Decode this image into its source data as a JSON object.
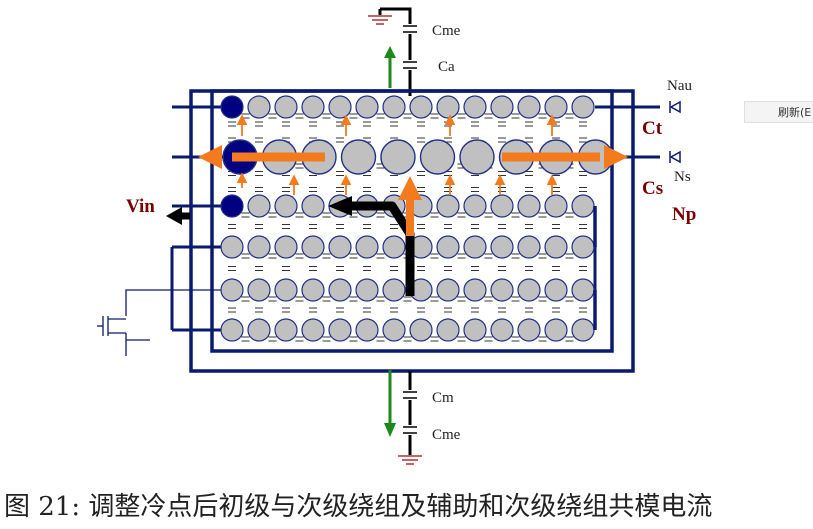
{
  "labels": {
    "cme_top": "Cme",
    "ca": "Ca",
    "nau": "Nau",
    "ct": "Ct",
    "cs": "Cs",
    "ns": "Ns",
    "np": "Np",
    "vin": "Vin",
    "cm": "Cm",
    "cme_bottom": "Cme"
  },
  "caption": "图 21: 调整冷点后初级与次级绕组及辅助和次级绕组共模电流",
  "context_menu": {
    "refresh_label": "刷新(E"
  },
  "colors": {
    "frame": "#0a1a6e",
    "node_fill": "#c0c0c0",
    "node_stroke": "#23308a",
    "cold_point": "#000080",
    "arrow_orange": "#f47a1e",
    "arrow_green": "#1a8a1a",
    "arrow_black": "#000000",
    "label_red": "#7a0000"
  }
}
